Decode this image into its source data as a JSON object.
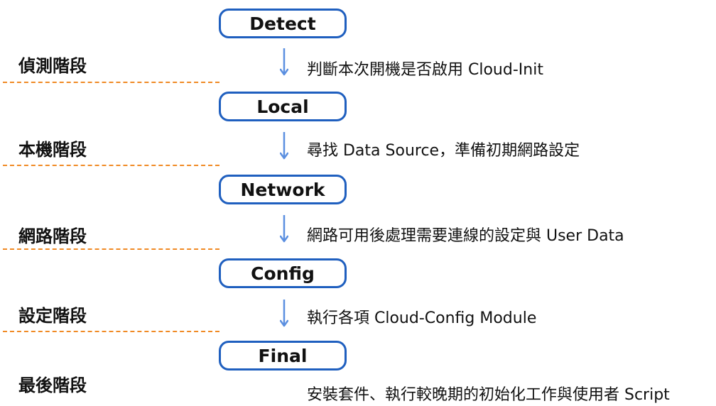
{
  "stages": [
    {
      "label": "Detect"
    },
    {
      "label": "Local"
    },
    {
      "label": "Network"
    },
    {
      "label": "Config"
    },
    {
      "label": "Final"
    }
  ],
  "phases": [
    {
      "label": "偵測階段"
    },
    {
      "label": "本機階段"
    },
    {
      "label": "網路階段"
    },
    {
      "label": "設定階段"
    },
    {
      "label": "最後階段"
    }
  ],
  "steps": [
    {
      "description": "判斷本次開機是否啟用 Cloud-Init"
    },
    {
      "description": "尋找 Data Source，準備初期網路設定"
    },
    {
      "description": "網路可用後處理需要連線的設定與 User Data"
    },
    {
      "description": "執行各項 Cloud-Config Module"
    },
    {
      "description": "安裝套件、執行較晚期的初始化工作與使用者 Script"
    }
  ],
  "colors": {
    "box_border": "#1f5fbf",
    "arrow": "#5b8fe0",
    "divider": "#f08a24"
  }
}
